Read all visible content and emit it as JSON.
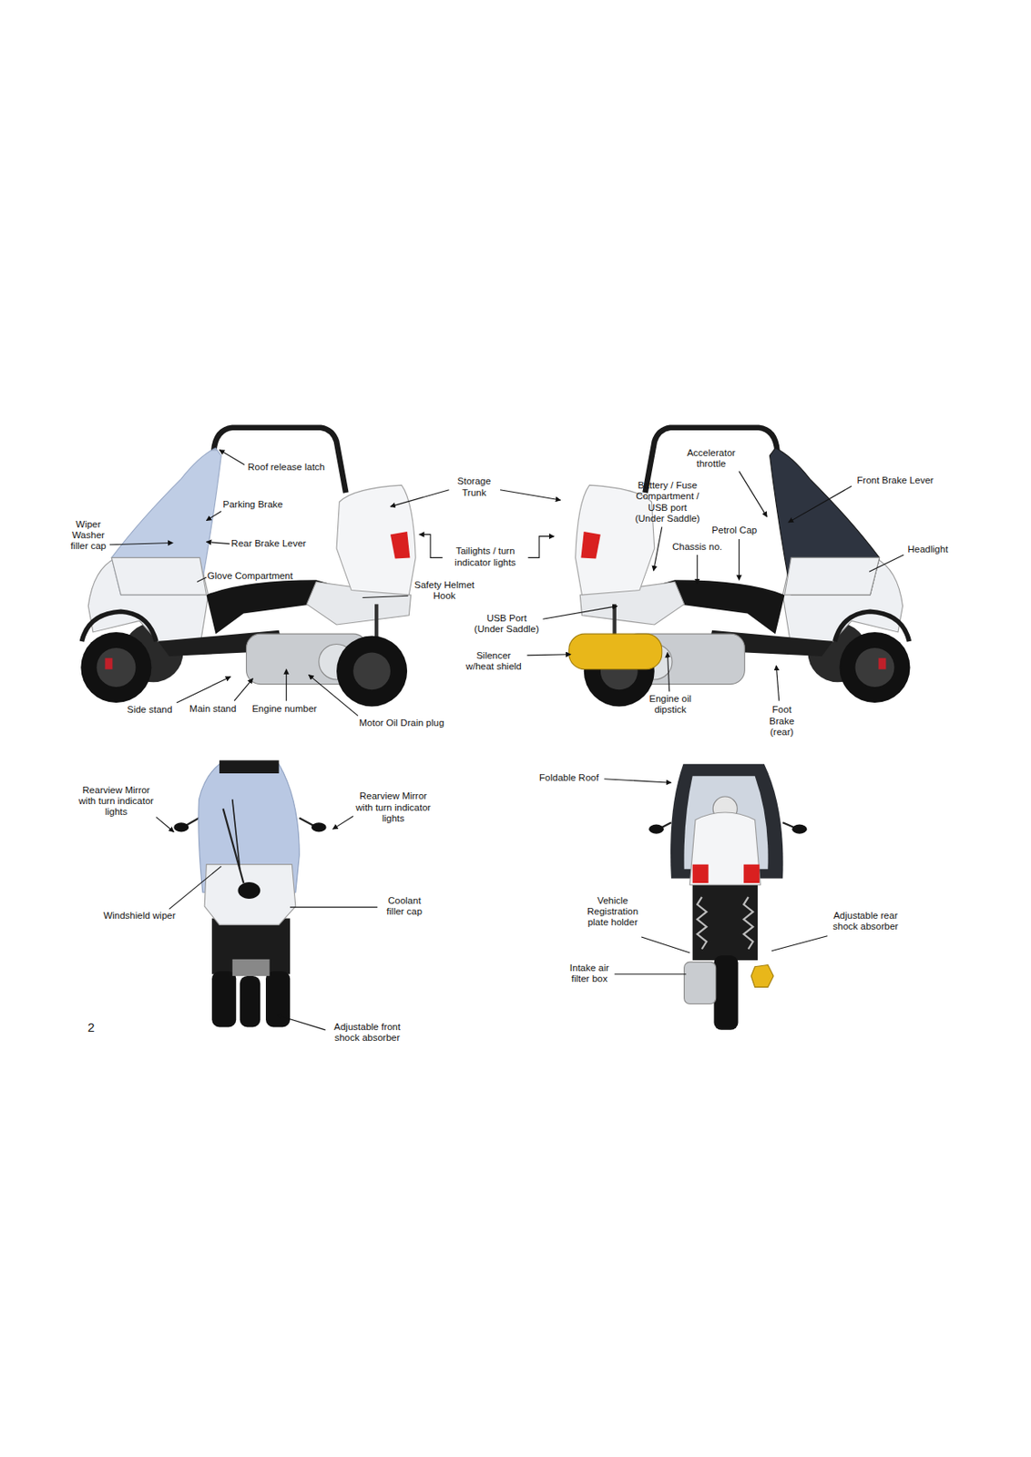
{
  "diagram": {
    "labels": [
      "Roof release latch",
      "Parking Brake",
      "Wiper Washer filler cap",
      "Rear Brake Lever",
      "Glove Compartment",
      "Storage Trunk",
      "Tailights / turn indicator lights",
      "Safety Helmet Hook",
      "USB Port (Under Saddle)",
      "Silencer w/heat shield",
      "Side stand",
      "Main stand",
      "Engine number",
      "Motor Oil Drain plug",
      "Accelerator throttle",
      "Battery / Fuse Compartment / USB port (Under Saddle)",
      "Front Brake Lever",
      "Petrol Cap",
      "Chassis no.",
      "Headlight",
      "Engine oil dipstick",
      "Foot Brake (rear)",
      "Rearview Mirror with turn indicator lights",
      "Rearview Mirror with turn indicator lights",
      "Windshield wiper",
      "Coolant filler cap",
      "Adjustable front shock absorber",
      "Foldable Roof",
      "Vehicle Registration plate holder",
      "Adjustable rear shock absorber",
      "Intake air filter box",
      "2"
    ]
  }
}
